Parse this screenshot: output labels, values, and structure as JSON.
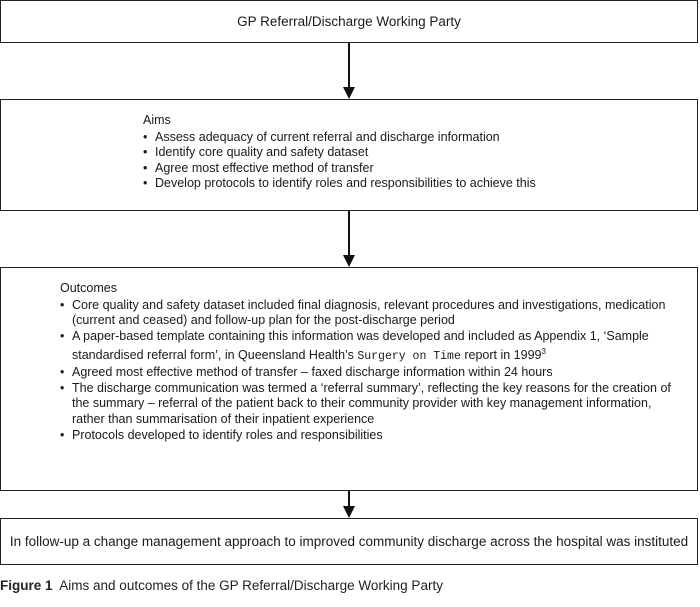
{
  "top_box": {
    "text": "GP Referral/Discharge Working Party"
  },
  "aims": {
    "heading": "Aims",
    "items": [
      "Assess adequacy of current referral and discharge information",
      "Identify core quality and safety dataset",
      "Agree most effective method of transfer",
      "Develop protocols to identify roles and responsibilities to achieve this"
    ]
  },
  "outcomes": {
    "heading": "Outcomes",
    "item1": "Core quality and safety dataset included final diagnosis, relevant procedures and investigations, medication (current and ceased) and follow-up plan for the post-discharge period",
    "item2_pre": "A paper-based template containing this information was developed and included as Appendix 1, ‘Sample standardised referral form’, in Queensland Health’s ",
    "item2_title": "Surgery on Time",
    "item2_post": " report in 1999",
    "item2_sup": "3",
    "item3": "Agreed most effective method of transfer – faxed discharge information within 24 hours",
    "item4": "The discharge communication was termed a ‘referral summary’, reflecting the key reasons for the creation of the summary – referral of the patient back to their community provider with key management information, rather than summarisation of their inpatient experience",
    "item5": "Protocols developed to identify roles and responsibilities"
  },
  "bottom_box": {
    "text": "In follow-up a change management approach to improved community discharge across the hospital was instituted"
  },
  "caption": {
    "label": "Figure 1",
    "text": "Aims and outcomes of the GP Referral/Discharge Working Party"
  }
}
